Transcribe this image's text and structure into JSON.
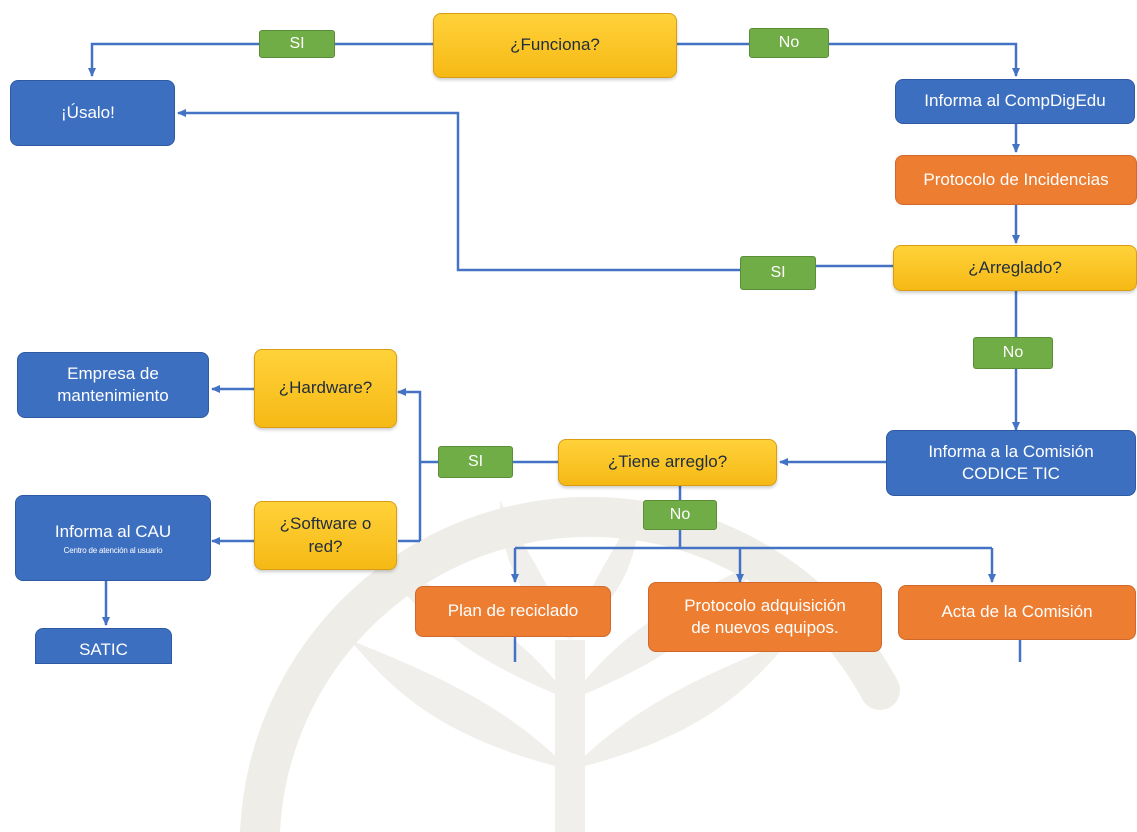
{
  "nodes": {
    "funciona": "¿Funciona?",
    "usalo": "¡Úsalo!",
    "informa_compdigedu": "Informa al CompDigEdu",
    "protocolo_incidencias": "Protocolo de Incidencias",
    "arreglado": "¿Arreglado?",
    "empresa_line1": "Empresa de",
    "empresa_line2": "mantenimiento",
    "hardware": "¿Hardware?",
    "informa_comision_line1": "Informa a la Comisión",
    "informa_comision_line2": "CODICE TIC",
    "tiene_arreglo": "¿Tiene arreglo?",
    "informa_cau": "Informa al CAU",
    "informa_cau_sub": "Centro de atención al usuario",
    "software_line1": "¿Software o",
    "software_line2": "red?",
    "satic": "SATIC",
    "plan_reciclado": "Plan de reciclado",
    "protocolo_adq_line1": "Protocolo adquisición",
    "protocolo_adq_line2": "de nuevos equipos.",
    "acta_comision": "Acta de la Comisión"
  },
  "labels": {
    "si_top": "SI",
    "no_top": "No",
    "si_arreglado": "SI",
    "no_arreglado": "No",
    "si_tiene": "SI",
    "no_tiene": "No"
  },
  "colors": {
    "blue": "#3d6fc1",
    "orange": "#ed7d31",
    "yellow": "#f6b915",
    "green": "#70ad47",
    "connector": "#4472c4"
  }
}
